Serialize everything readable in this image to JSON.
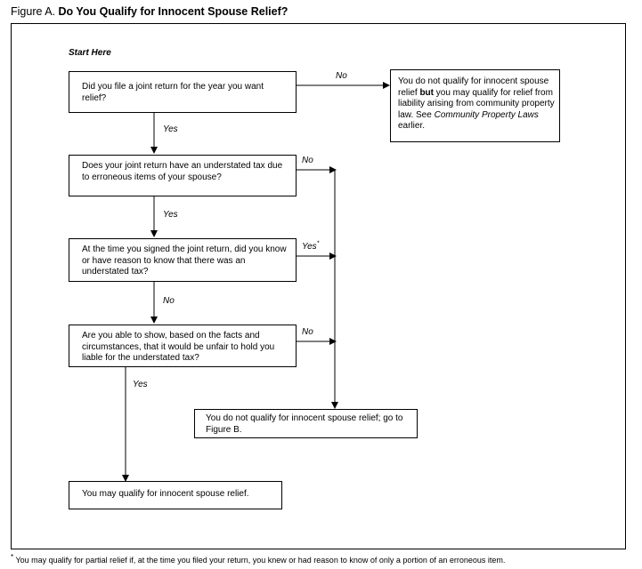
{
  "figure": {
    "prefix": "Figure A.",
    "title": "Do You Qualify for Innocent Spouse Relief?"
  },
  "start_label": "Start Here",
  "q1": "Did you file a joint return for the year you want relief?",
  "q2": "Does your joint return have an understated tax due to erroneous items of your spouse?",
  "q3": "At the time you signed the joint return, did you know or have reason to know that there was an understated tax?",
  "q4": "Are you able to show, based on the facts and circumstances, that it would be unfair to hold you liable for the understated tax?",
  "r1": {
    "part1": "You do not qualify for innocent spouse relief ",
    "bold": "but",
    "part2": " you may qualify for relief from liability arising from community property law. See ",
    "italic": "Community Property Laws",
    "part3": " earlier."
  },
  "r2": "You do not qualify for innocent spouse relief; go to Figure B.",
  "r3": "You may qualify for innocent spouse relief.",
  "labels": {
    "no": "No",
    "yes": "Yes",
    "yes_star": "Yes",
    "star": "*"
  },
  "footnote": {
    "star": "*",
    "text": " You may qualify for partial relief if, at the time you filed your return, you knew or had reason to know of only a portion of an erroneous item."
  }
}
